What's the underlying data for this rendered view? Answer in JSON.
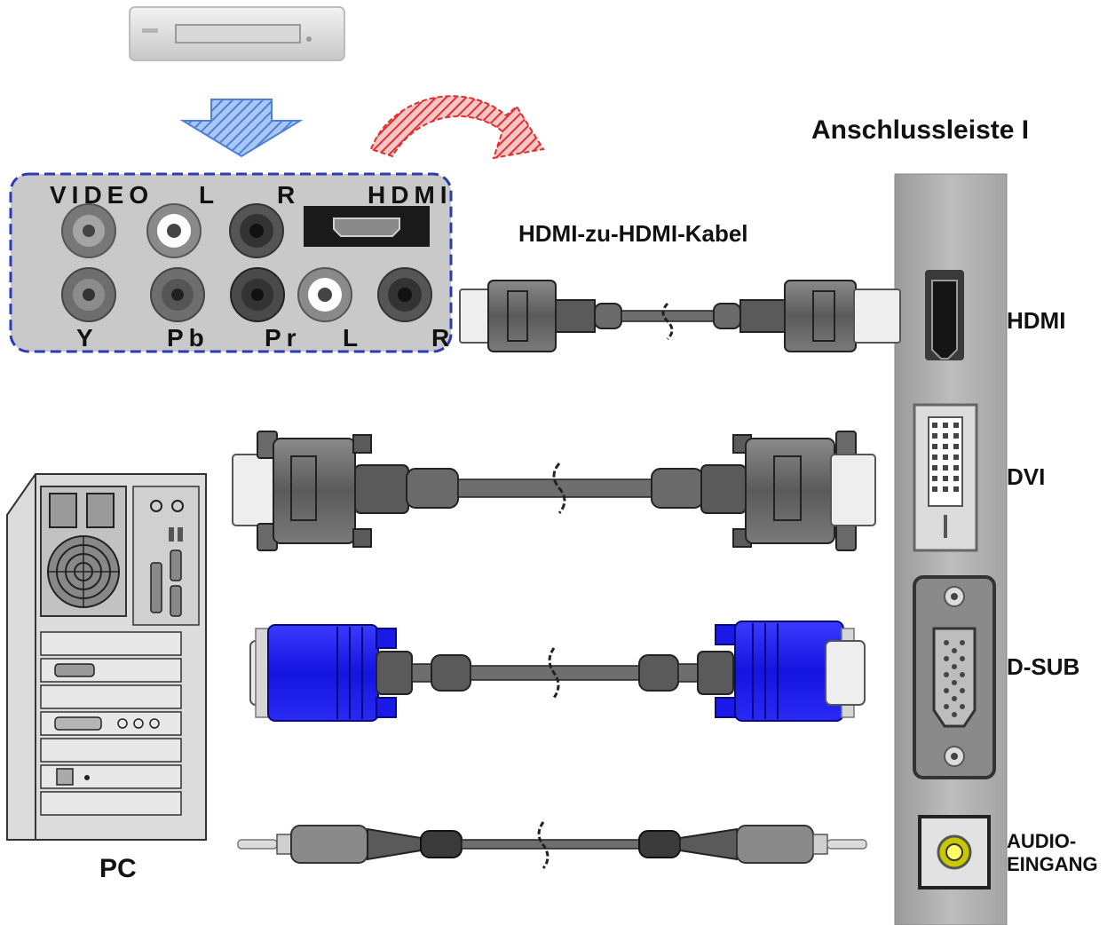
{
  "panel_title": "Anschlussleiste I",
  "cable_hdmi_label": "HDMI-zu-HDMI-Kabel",
  "pc_label": "PC",
  "source_jacks": {
    "video": "VIDEO",
    "l_top": "L",
    "r_top": "R",
    "hdmi": "HDMI",
    "y": "Y",
    "pb": "Pb",
    "pr": "Pr",
    "l_bottom": "L",
    "r_bottom": "R"
  },
  "ports": {
    "hdmi": "HDMI",
    "dvi": "DVI",
    "dsub": "D-SUB",
    "audio_line1": "AUDIO-",
    "audio_line2": "EINGANG"
  },
  "colors": {
    "vga_connector": "#1414f0",
    "panel_gray": "#b2b2b2",
    "dashed_border": "#2a3bb8",
    "arrow_blue": "#6f9de8",
    "arrow_red": "#e03030"
  }
}
